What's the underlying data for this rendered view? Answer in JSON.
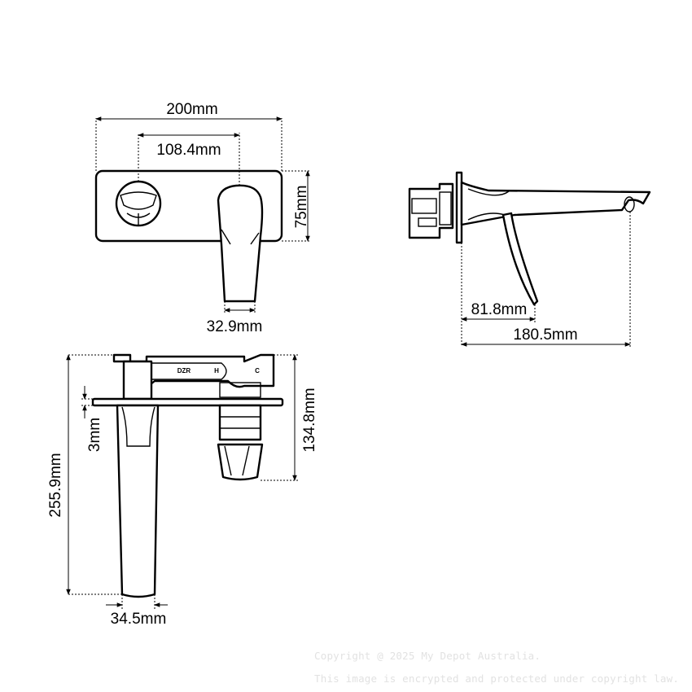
{
  "dimensions": {
    "plate_width": "200mm",
    "spout_offset": "108.4mm",
    "plate_height": "75mm",
    "handle_width": "32.9mm",
    "handle_to_wall": "81.8mm",
    "spout_projection": "180.5mm",
    "total_height": "255.9mm",
    "plate_thickness": "3mm",
    "body_depth": "134.8mm",
    "spout_width": "34.5mm"
  },
  "body_markings": {
    "brand_mark": "DZR",
    "hot_mark": "H",
    "cold_mark": "C"
  },
  "watermark": {
    "copyright": "Copyright @ 2025 My Depot Australia.",
    "notice": "This image is encrypted and protected under copyright law."
  }
}
